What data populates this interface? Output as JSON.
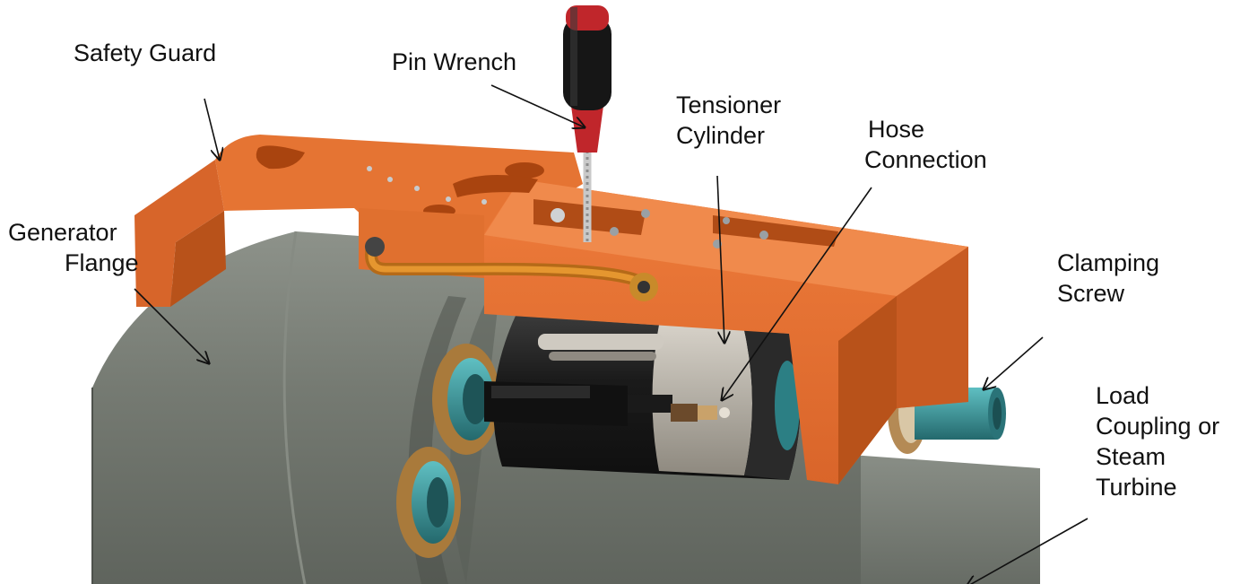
{
  "labels": {
    "safety_guard": "Safety Guard",
    "pin_wrench": "Pin Wrench",
    "tensioner_cylinder": [
      "Tensioner",
      "Cylinder"
    ],
    "hose_connection": [
      "Hose",
      "Connection"
    ],
    "generator_flange": [
      "Generator",
      "Flange"
    ],
    "clamping_screw": [
      "Clamping",
      "Screw"
    ],
    "load_coupling": [
      "Load",
      "Coupling or",
      "Steam",
      "Turbine"
    ]
  },
  "colors": {
    "guard_orange": "#e3702f",
    "guard_orange_dark": "#b8521a",
    "guard_orange_light": "#f08a4c",
    "flange_gray": "#6f746d",
    "flange_gray_light": "#8a8f87",
    "cylinder_black": "#1c1c1c",
    "cylinder_silver": "#b9b4ab",
    "fitting_teal": "#3f9fa3",
    "fitting_bronze": "#a97a3b",
    "wrench_red": "#c0262b"
  }
}
